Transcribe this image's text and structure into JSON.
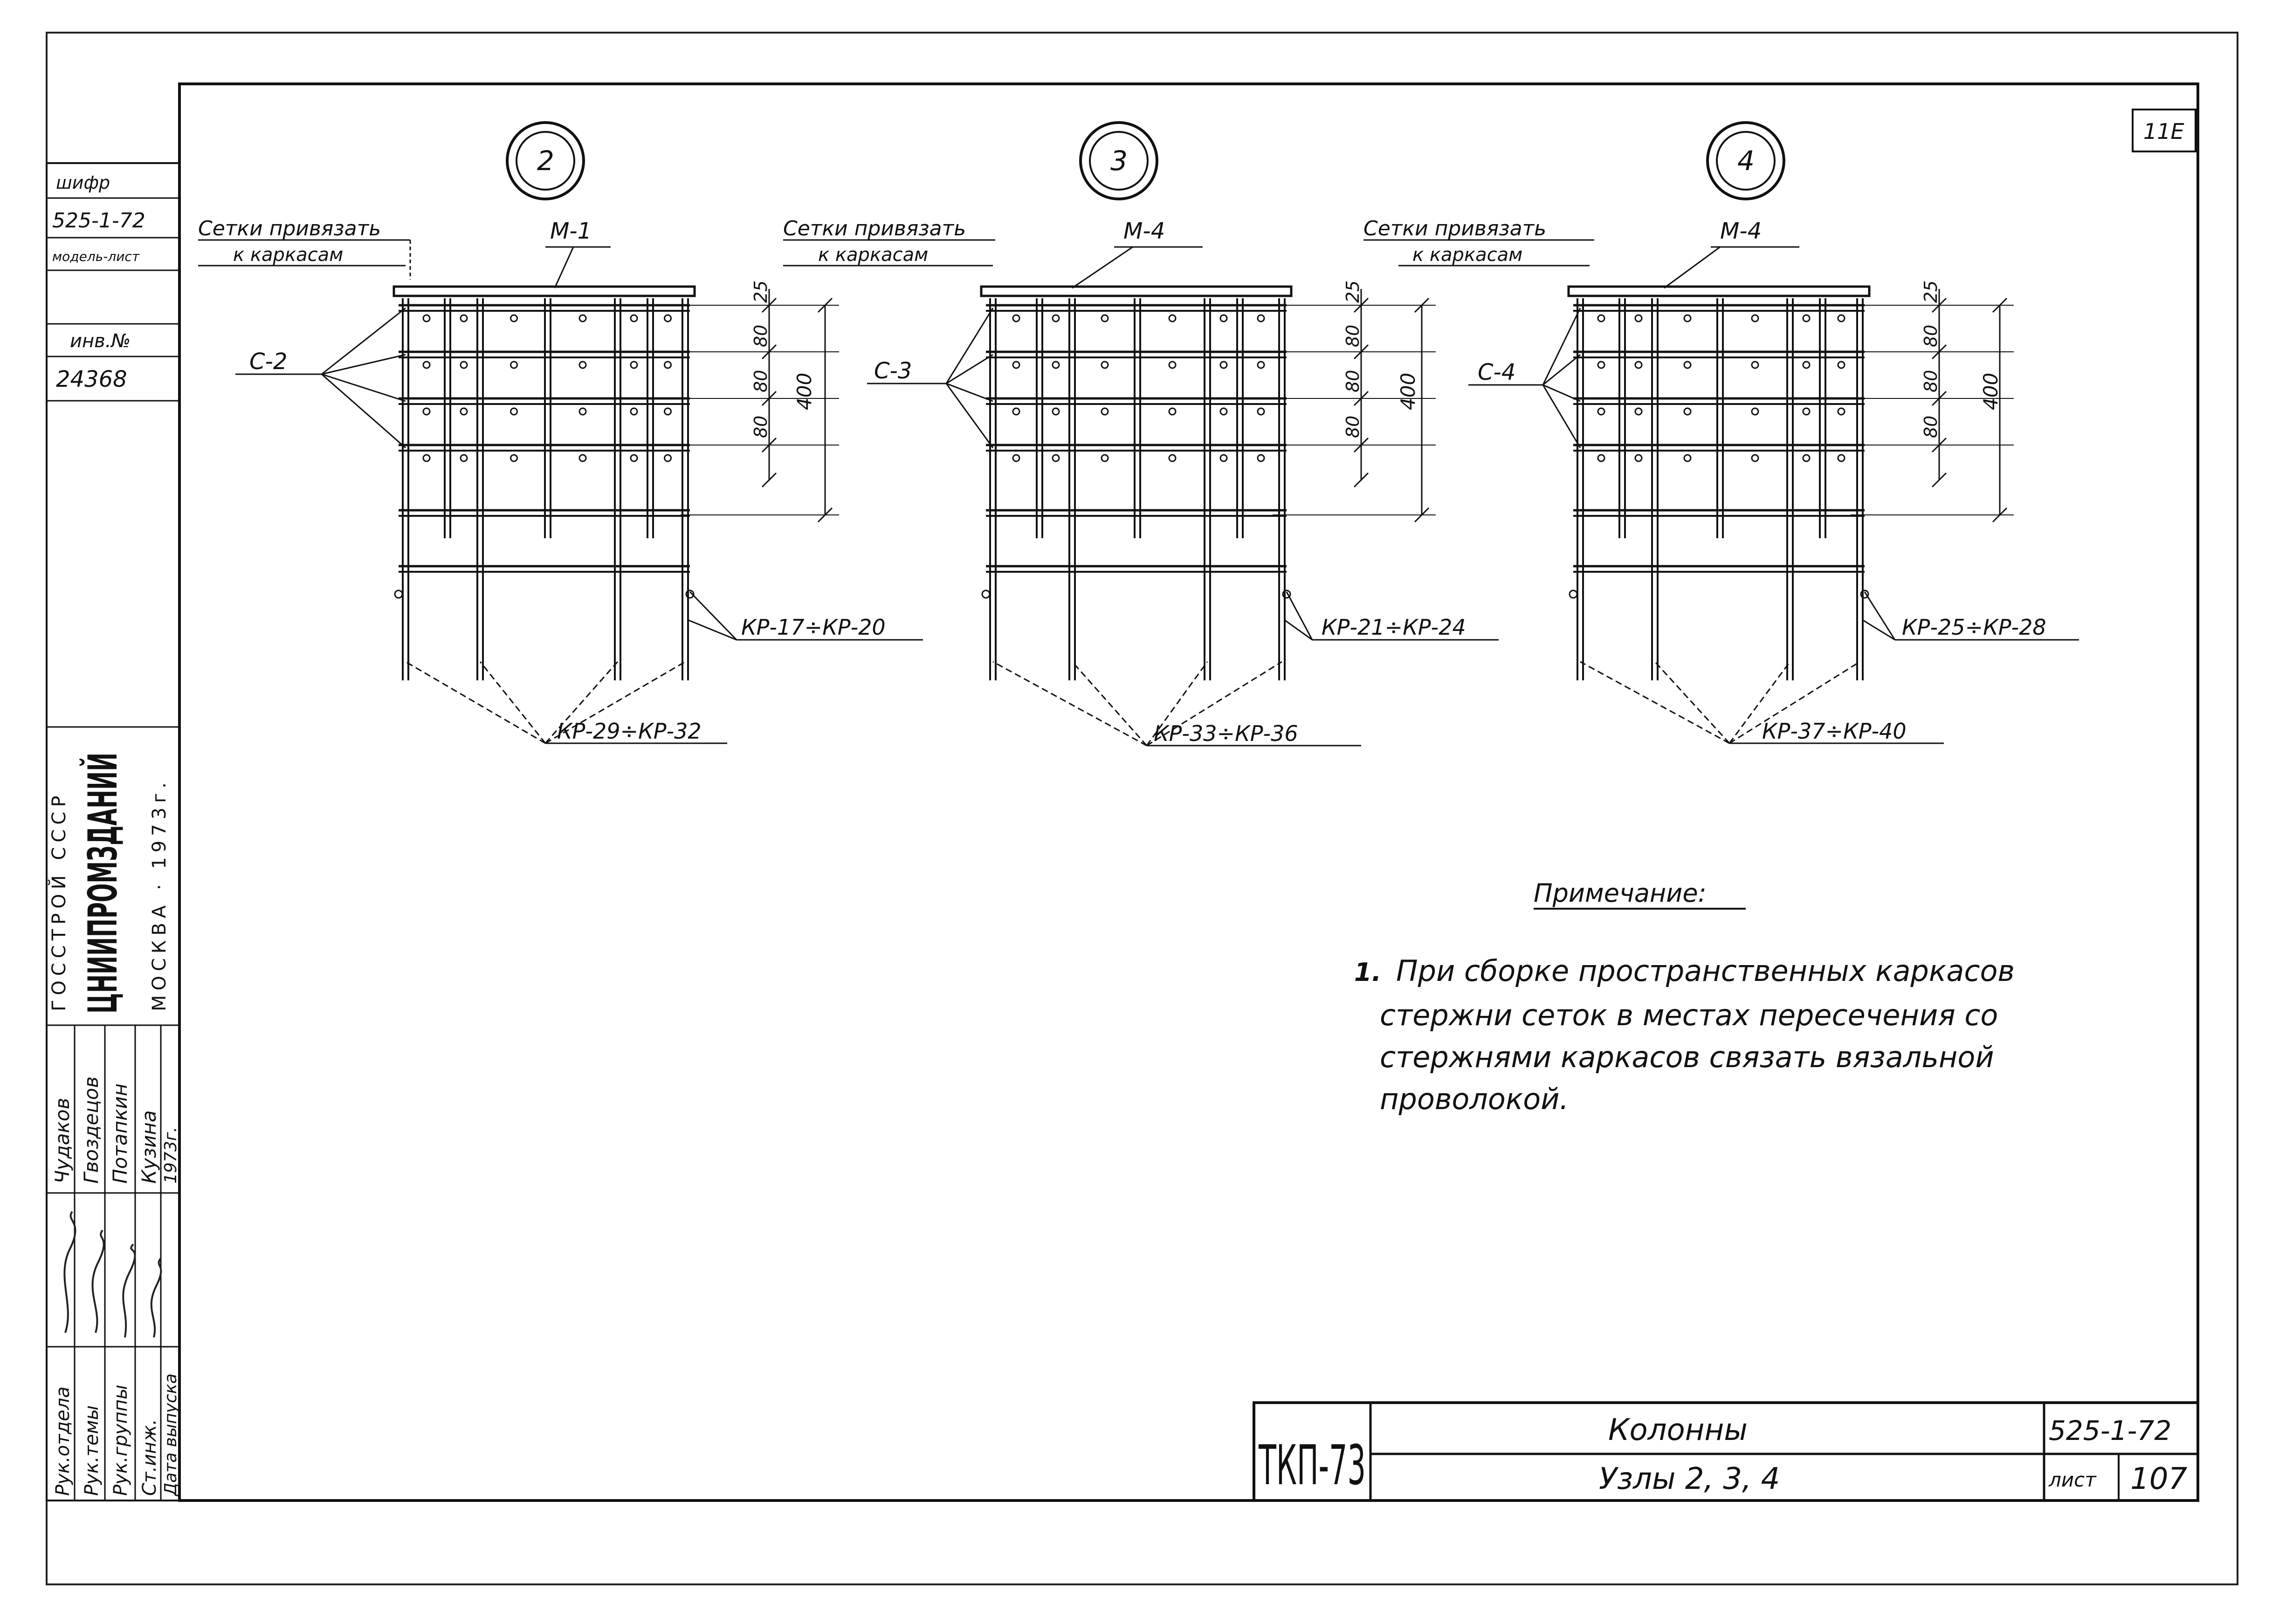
{
  "side_stamp": {
    "code_label": "шифр",
    "code": "525-1-72",
    "model_label": "модель-лист",
    "inv_label": "инв.№",
    "inv_no": "24368",
    "org": "ГОССТРОЙ СССР",
    "institute": "ЦНИИПРОМЗДАНИЙ",
    "city_year": "МОСКВА · 1973г.",
    "roles": [
      "Рук.отдела",
      "Рук.темы",
      "Рук.группы",
      "Ст.инж.",
      "Дата выпуска"
    ],
    "names": [
      "Чудаков",
      "Гвоздецов",
      "Потапкин",
      "Кузина",
      "1973г."
    ]
  },
  "corner_mark": "11Е",
  "nodes": [
    {
      "id": "2",
      "mesh": "М-1",
      "note_line1": "Сетки привязать",
      "note_line2": "к каркасам",
      "callout_c": "С-2",
      "frame_range": "КР-17÷КР-20",
      "bar_range": "КР-29÷КР-32",
      "dims": [
        "25",
        "80",
        "80",
        "80"
      ],
      "dim_total": "400"
    },
    {
      "id": "3",
      "mesh": "М-4",
      "note_line1": "Сетки привязать",
      "note_line2": "к каркасам",
      "callout_c": "С-3",
      "frame_range": "КР-21÷КР-24",
      "bar_range": "КР-33÷КР-36",
      "dims": [
        "25",
        "80",
        "80",
        "80"
      ],
      "dim_total": "400"
    },
    {
      "id": "4",
      "mesh": "М-4",
      "note_line1": "Сетки привязать",
      "note_line2": "к каркасам",
      "callout_c": "С-4",
      "frame_range": "КР-25÷КР-28",
      "bar_range": "КР-37÷КР-40",
      "dims": [
        "25",
        "80",
        "80",
        "80"
      ],
      "dim_total": "400"
    }
  ],
  "note": {
    "heading": "Примечание:",
    "number": "1.",
    "lines": [
      "При сборке пространственных каркасов",
      "стержни сеток в местах пересечения со",
      "стержнями каркасов связать вязальной",
      "проволокой."
    ]
  },
  "title_block": {
    "series_mark": "ТКП-73",
    "title": "Колонны",
    "subtitle": "Узлы 2, 3, 4",
    "code": "525-1-72",
    "sheet_label": "лист",
    "sheet_no": "107"
  }
}
